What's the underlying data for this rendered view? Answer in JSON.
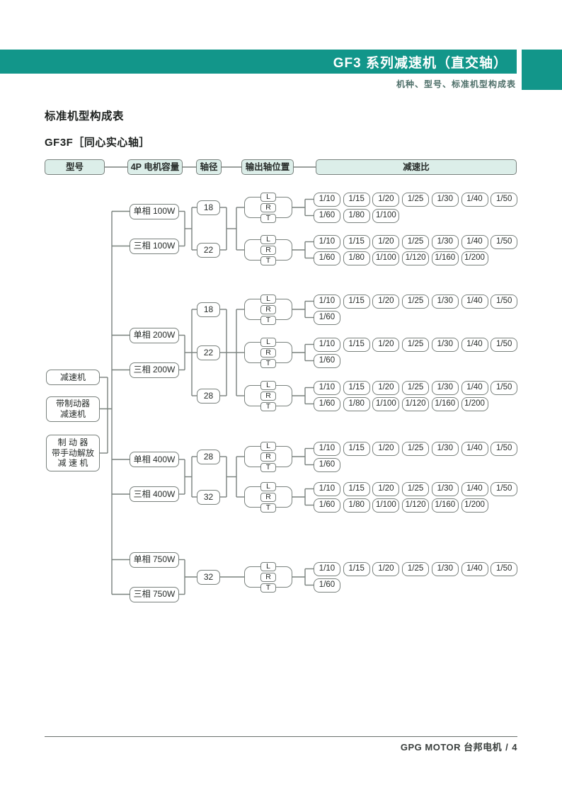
{
  "colors": {
    "accent_teal": "#12968a",
    "legend_fill": "#dceee9",
    "line_gray": "#79817d",
    "text_dark": "#272c2a"
  },
  "header": {
    "title": "GF3 系列减速机（直交轴）",
    "subtitle": "机种、型号、标准机型构成表"
  },
  "section": {
    "title": "标准机型构成表",
    "model_title": "GF3F［同心实心轴］"
  },
  "legend": {
    "items": [
      "型号",
      "4P 电机容量",
      "轴径",
      "输出轴位置",
      "减速比"
    ]
  },
  "diagram": {
    "reducer_types": [
      {
        "lines": [
          "减速机"
        ]
      },
      {
        "lines": [
          "带制动器",
          "减速机"
        ]
      },
      {
        "lines": [
          "制 动 器",
          "带手动解放",
          "减 速 机"
        ]
      }
    ],
    "groups": [
      {
        "motors": [
          "单相 100W",
          "三相 100W"
        ],
        "branches": [
          {
            "shaft": "18",
            "outputs": [
              "L",
              "R",
              "T"
            ],
            "ratios_row1": [
              "1/10",
              "1/15",
              "1/20",
              "1/25",
              "1/30",
              "1/40",
              "1/50"
            ],
            "ratios_row2": [
              "1/60",
              "1/80",
              "1/100"
            ]
          },
          {
            "shaft": "22",
            "outputs": [
              "L",
              "R",
              "T"
            ],
            "ratios_row1": [
              "1/10",
              "1/15",
              "1/20",
              "1/25",
              "1/30",
              "1/40",
              "1/50"
            ],
            "ratios_row2": [
              "1/60",
              "1/80",
              "1/100",
              "1/120",
              "1/160",
              "1/200"
            ]
          }
        ]
      },
      {
        "motors": [
          "单相 200W",
          "三相 200W"
        ],
        "branches": [
          {
            "shaft": "18",
            "outputs": [
              "L",
              "R",
              "T"
            ],
            "ratios_row1": [
              "1/10",
              "1/15",
              "1/20",
              "1/25",
              "1/30",
              "1/40",
              "1/50"
            ],
            "ratios_row2": [
              "1/60"
            ]
          },
          {
            "shaft": "22",
            "outputs": [
              "L",
              "R",
              "T"
            ],
            "ratios_row1": [
              "1/10",
              "1/15",
              "1/20",
              "1/25",
              "1/30",
              "1/40",
              "1/50"
            ],
            "ratios_row2": [
              "1/60"
            ]
          },
          {
            "shaft": "28",
            "outputs": [
              "L",
              "R",
              "T"
            ],
            "ratios_row1": [
              "1/10",
              "1/15",
              "1/20",
              "1/25",
              "1/30",
              "1/40",
              "1/50"
            ],
            "ratios_row2": [
              "1/60",
              "1/80",
              "1/100",
              "1/120",
              "1/160",
              "1/200"
            ]
          }
        ]
      },
      {
        "motors": [
          "单相 400W",
          "三相 400W"
        ],
        "branches": [
          {
            "shaft": "28",
            "outputs": [
              "L",
              "R",
              "T"
            ],
            "ratios_row1": [
              "1/10",
              "1/15",
              "1/20",
              "1/25",
              "1/30",
              "1/40",
              "1/50"
            ],
            "ratios_row2": [
              "1/60"
            ]
          },
          {
            "shaft": "32",
            "outputs": [
              "L",
              "R",
              "T"
            ],
            "ratios_row1": [
              "1/10",
              "1/15",
              "1/20",
              "1/25",
              "1/30",
              "1/40",
              "1/50"
            ],
            "ratios_row2": [
              "1/60",
              "1/80",
              "1/100",
              "1/120",
              "1/160",
              "1/200"
            ]
          }
        ]
      },
      {
        "motors": [
          "单相 750W",
          "三相 750W"
        ],
        "branches": [
          {
            "shaft": "32",
            "outputs": [
              "L",
              "R",
              "T"
            ],
            "ratios_row1": [
              "1/10",
              "1/15",
              "1/20",
              "1/25",
              "1/30",
              "1/40",
              "1/50"
            ],
            "ratios_row2": [
              "1/60"
            ]
          }
        ]
      }
    ]
  },
  "footer": {
    "brand": "GPG MOTOR 台邦电机",
    "separator": "/",
    "page_number": "4"
  }
}
